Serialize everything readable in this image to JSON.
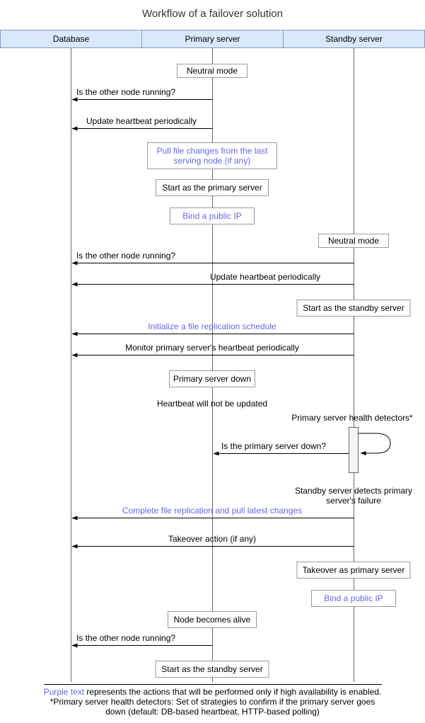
{
  "title": "Workflow of a failover solution",
  "lanes": [
    "Database",
    "Primary server",
    "Standby server"
  ],
  "boxes": {
    "neutral_mode_primary": "Neutral mode",
    "pull_file_changes": "Pull file changes from the last serving node (if any)",
    "start_primary": "Start as the primary server",
    "bind_public_ip_primary": "Bind a public IP",
    "neutral_mode_standby": "Neutral mode",
    "start_standby": "Start as the standby server",
    "primary_down": "Primary server down",
    "takeover_primary": "Takeover as primary server",
    "bind_public_ip_standby": "Bind a public IP",
    "node_alive": "Node becomes alive",
    "start_standby_again": "Start as the standby server"
  },
  "messages": {
    "is_other_node_running_1": "Is the other node running?",
    "update_heartbeat_1": "Update heartbeat periodically",
    "is_other_node_running_2": "Is the other node running?",
    "update_heartbeat_2": "Update heartbeat periodically",
    "init_replication": "Initialize a file replication schedule",
    "monitor_heartbeat": "Monitor primary server's heartbeat periodically",
    "is_primary_down": "Is the primary server down?",
    "complete_replication": "Complete file replication and pull latest changes",
    "takeover_action": "Takeover action (if any)",
    "is_other_node_running_3": "Is the other node running?"
  },
  "notes": {
    "heartbeat_not_updated": "Heartbeat will not be updated",
    "health_detectors": "Primary server health detectors*",
    "standby_detects": "Standby server detects primary server's failure"
  },
  "footer": {
    "purple_label": "Purple text",
    "line1_rest": " represents the actions that will be performed only if high availability is enabled.",
    "line2": "*Primary server health detectors: Set of strategies to confirm if the primary server goes",
    "line3": "down (default: DB-based heartbeat, HTTP-based polling)"
  },
  "colors": {
    "header_fill": "#dae8fc",
    "header_border": "#7e9cc7",
    "box_border": "#999999",
    "highlight_text": "#6666ee",
    "line": "#666666"
  }
}
